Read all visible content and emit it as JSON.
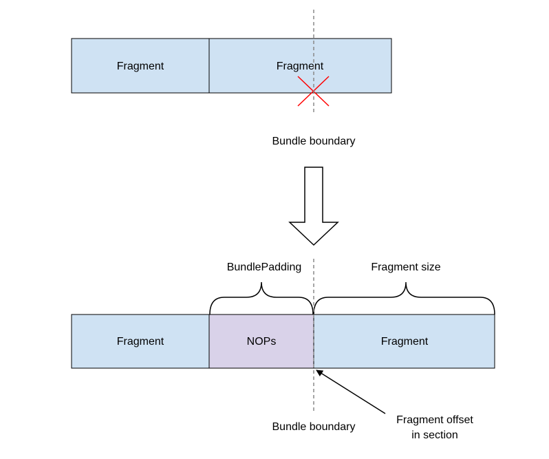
{
  "top": {
    "fragment_left": "Fragment",
    "fragment_right": "Fragment",
    "boundary_label": "Bundle boundary"
  },
  "bottom": {
    "fragment_left": "Fragment",
    "nops": "NOPs",
    "fragment_right": "Fragment",
    "padding_label": "BundlePadding",
    "size_label": "Fragment size",
    "boundary_label": "Bundle boundary",
    "offset_label_line1": "Fragment offset",
    "offset_label_line2": "in section"
  },
  "colors": {
    "fragment_fill": "#cfe2f3",
    "nops_fill": "#d9d2e9",
    "outline": "#000000",
    "boundary_line": "#888888",
    "cross": "#ff0000"
  }
}
